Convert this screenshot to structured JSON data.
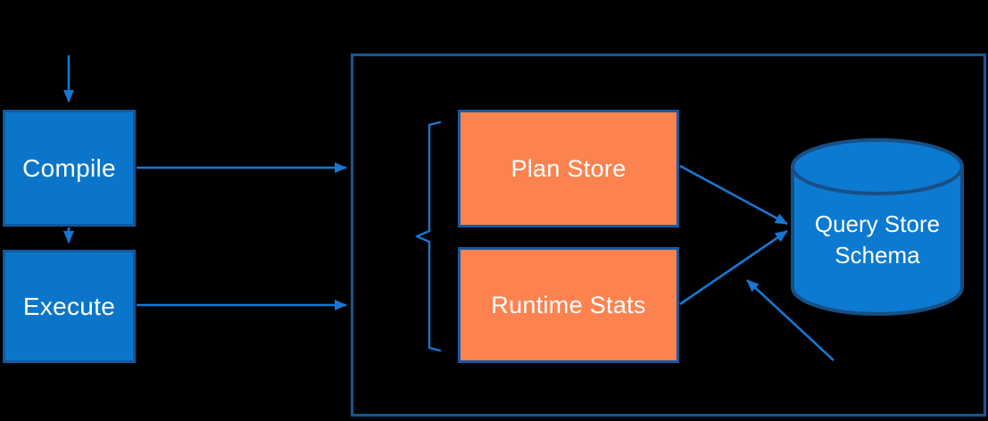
{
  "colors": {
    "background": "#000000",
    "blue_fill": "#0b76c9",
    "blue_border": "#12589f",
    "orange_fill": "#fc8350",
    "orange_border": "#175a9e",
    "outline": "#15568f",
    "arrow": "#1777d2",
    "cylinder_fill": "#0c7ad1",
    "cylinder_border": "#174f85",
    "label_text": "#ffffff"
  },
  "nodes": {
    "compile": {
      "label": "Compile"
    },
    "execute": {
      "label": "Execute"
    },
    "plan_store": {
      "label": "Plan Store"
    },
    "runtime_stats": {
      "label": "Runtime Stats"
    },
    "query_store_schema": {
      "label_line1": "Query Store",
      "label_line2": "Schema"
    }
  }
}
